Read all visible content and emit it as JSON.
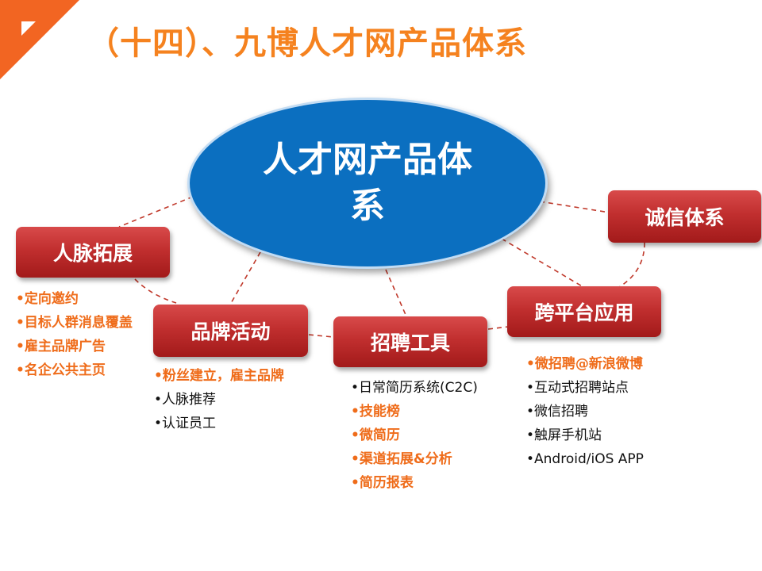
{
  "title": "（十四）、九博人才网产品体系",
  "center": {
    "label": "人才网产品体系"
  },
  "nodes": {
    "renmai": {
      "label": "人脉拓展",
      "items": [
        {
          "text": "•定向邀约",
          "highlight": true
        },
        {
          "text": "•目标人群消息覆盖",
          "highlight": true
        },
        {
          "text": "•雇主品牌广告",
          "highlight": true
        },
        {
          "text": "•名企公共主页",
          "highlight": true
        }
      ]
    },
    "pinpai": {
      "label": "品牌活动",
      "items": [
        {
          "text": "•粉丝建立，雇主品牌",
          "highlight": true
        },
        {
          "text": "•人脉推荐",
          "highlight": false
        },
        {
          "text": "•认证员工",
          "highlight": false
        }
      ]
    },
    "zhaopin": {
      "label": "招聘工具",
      "items": [
        {
          "text": "•日常简历系统(C2C)",
          "highlight": false
        },
        {
          "text": "•技能榜",
          "highlight": true
        },
        {
          "text": "•微简历",
          "highlight": true
        },
        {
          "text": "•渠道拓展&分析",
          "highlight": true
        },
        {
          "text": "•简历报表",
          "highlight": true
        }
      ]
    },
    "kuapingtai": {
      "label": "跨平台应用",
      "items": [
        {
          "text": "•微招聘@新浪微博",
          "highlight": true
        },
        {
          "text": "•互动式招聘站点",
          "highlight": false
        },
        {
          "text": "•微信招聘",
          "highlight": false
        },
        {
          "text": "•触屏手机站",
          "highlight": false
        },
        {
          "text": "•Android/iOS APP",
          "highlight": false
        }
      ]
    },
    "chengxin": {
      "label": "诚信体系"
    }
  },
  "colors": {
    "title": "#f5821f",
    "center_fill": "#0b6fc0",
    "node_fill": "#c12f2f",
    "highlight_text": "#ef6c1a",
    "connector": "#c0392b",
    "corner_accent": "#f26522"
  }
}
